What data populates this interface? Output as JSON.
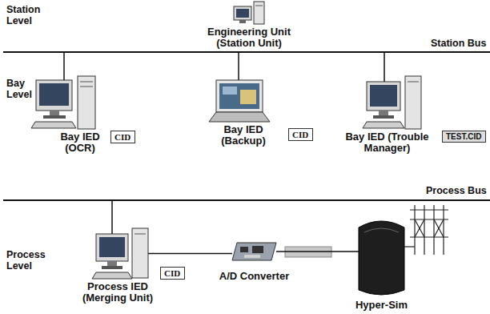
{
  "diagram": {
    "nodes": [
      {
        "text": [
          "Engineering Unit (Station Unit)"
        ]
      },
      {
        "text": [
          "Bay IED (OCR)"
        ]
      },
      {
        "text": [
          "CID"
        ]
      },
      {
        "text": [
          "Bay IED (Backup)"
        ]
      },
      {
        "text": [
          "CID"
        ]
      },
      {
        "text": [
          "Bay IED (Trouble Manager)"
        ]
      },
      {
        "text": [
          "TEST.CID"
        ]
      },
      {
        "text": [
          "Process IED (Merging Unit)"
        ]
      },
      {
        "text": [
          "CID"
        ]
      },
      {
        "text": [
          "A/D Converter"
        ]
      },
      {
        "text": [
          "Hyper-Sim"
        ]
      }
    ],
    "edges": [
      {
        "from": 7,
        "to": 9,
        "arrow": "none"
      },
      {
        "from": 9,
        "to": 10,
        "arrow": "none"
      }
    ],
    "labels": [
      "Station Level",
      "Station Bus",
      "Bay Level",
      "Process Bus",
      "Process Level"
    ]
  }
}
